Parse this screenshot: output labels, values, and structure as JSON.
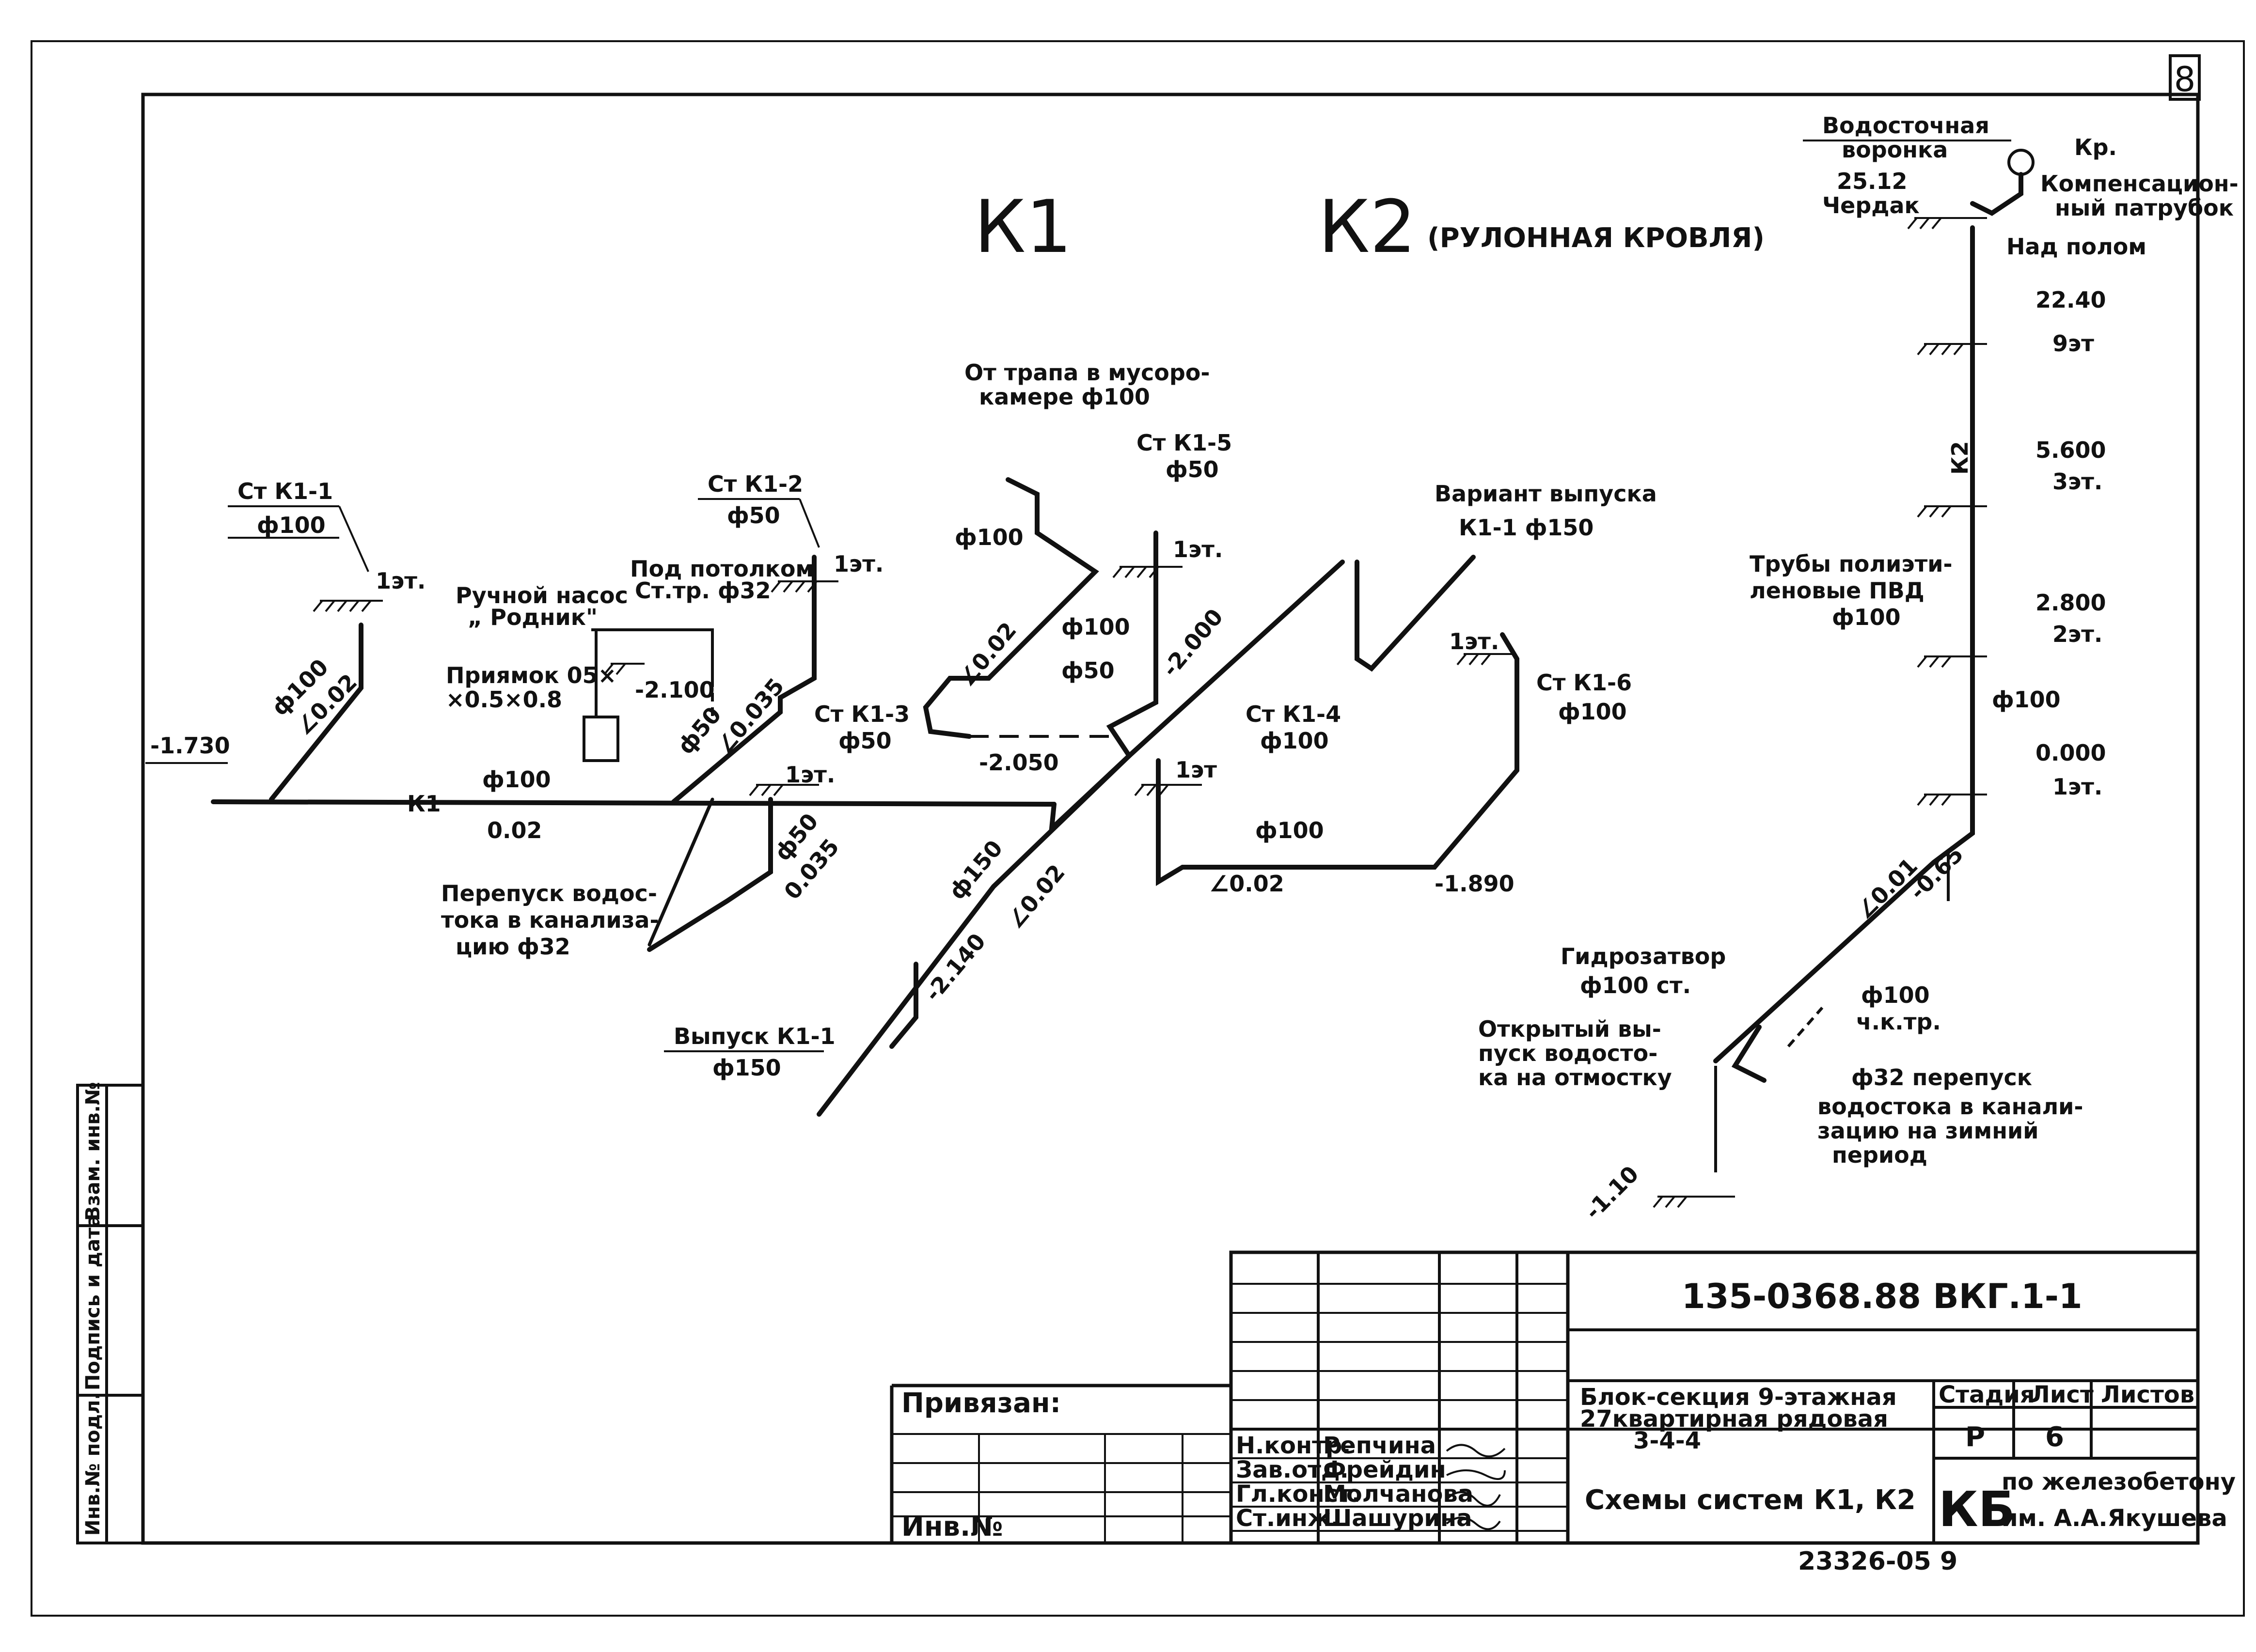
{
  "sheet_number": "8",
  "titles": {
    "k1": "К1",
    "k2": "К2",
    "k2_note": "(РУЛОННАЯ КРОВЛЯ)"
  },
  "labels": {
    "st_k1_1": "Ст К1-1",
    "st_k1_1_d": "ф100",
    "st_k1_1_floor": "1эт.",
    "st_k1_2": "Ст К1-2",
    "st_k1_2_d": "ф50",
    "st_k1_2_floor": "1эт.",
    "st_k1_3": "Ст К1-3",
    "st_k1_3_d": "ф50",
    "st_k1_3_floor": "1эт.",
    "st_k1_4": "Ст К1-4",
    "st_k1_4_d": "ф100",
    "st_k1_4_floor": "1эт",
    "st_k1_5": "Ст К1-5",
    "st_k1_5_d": "ф50",
    "st_k1_5_floor": "1эт.",
    "st_k1_6": "Ст К1-6",
    "st_k1_6_d": "ф100",
    "st_k1_6_floor": "1эт.",
    "pump_1": "Ручной насос",
    "pump_2": "„ Родник\"",
    "ceiling_1": "Под потолком",
    "ceiling_2": "Ст.тр. ф32",
    "pit_1": "Приямок 05×",
    "pit_2": "×0.5×0.8",
    "bypass_1": "Перепуск водос-",
    "bypass_2": "тока в канализа-",
    "bypass_3": "цию ф32",
    "trap_1": "От трапа в мусоро-",
    "trap_2": "камере ф100",
    "variant_1": "Вариант выпуска",
    "variant_2": "К1-1  ф150",
    "outlet_1": "Выпуск К1-1",
    "outlet_2": "ф150",
    "lvl_m1730": "-1.730",
    "lvl_m2100": "-2.100",
    "lvl_m2050": "-2.050",
    "lvl_m2000": "-2.000",
    "lvl_m2140": "-2.140",
    "lvl_m1890": "-1.890",
    "d_100a": "ф100",
    "d_100b": "ф100",
    "d_100c": "ф100",
    "d_100d": "ф100",
    "d_100e": "ф100",
    "d_150": "ф150",
    "d_50a": "ф50",
    "d_50b": "ф50",
    "d_50c": "ф50",
    "slope_002a": "∠0.02",
    "slope_002b": "0.02",
    "slope_002c": "∠0.02",
    "slope_002d": "∠0.02",
    "slope_002e": "∠0.02",
    "slope_0035a": "∠0.035",
    "slope_0035b": "0.035",
    "pipe_k1": "К1",
    "funnel_1": "Водосточная",
    "funnel_2": "воронка",
    "lvl_2512": "25.12",
    "attic": "Чердак",
    "kr": "Кр.",
    "comp_1": "Компенсацион-",
    "comp_2": "ный патрубок",
    "above_floor": "Над полом",
    "lvl_2240": "22.40",
    "fl_9": "9эт",
    "lvl_5600": "5.600",
    "fl_3": "3эт.",
    "pvd_1": "Трубы полиэти-",
    "pvd_2": "леновые ПВД",
    "pvd_3": "ф100",
    "lvl_2800": "2.800",
    "fl_2": "2эт.",
    "k2_d100": "ф100",
    "lvl_0000": "0.000",
    "fl_1": "1эт.",
    "k2_slope": "∠0.01",
    "lvl_m065": "-0.65",
    "pipe_k2": "К2",
    "hydro_1": "Гидрозатвор",
    "hydro_2": "ф100 ст.",
    "open_1": "Открытый вы-",
    "open_2": "пуск водосто-",
    "open_3": "ка на отмостку",
    "cast_1": "ф100",
    "cast_2": "ч.к.тр.",
    "bp32_1": "ф32 перепуск",
    "bp32_2": "водостока в канали-",
    "bp32_3": "зацию на зимний",
    "bp32_4": "период",
    "lvl_m110": "-1.10"
  },
  "title_block": {
    "doc_code": "135-0368.88  ВКГ.1-1",
    "privyazan": "Привязан:",
    "inv": "Инв.№",
    "roles": [
      "Н.контр.",
      "Зав.отд.",
      "Гл.конст.",
      "Ст.инж."
    ],
    "names": [
      "Репчина",
      "Фрейдин",
      "Молчанова",
      "Шашурина"
    ],
    "project_1": "Блок-секция 9-этажная",
    "project_2": "27квартирная рядовая",
    "project_3": "3-4-4",
    "sheet_title": "Схемы систем К1, К2",
    "stage_h": "Стадия",
    "sheet_h": "Лист",
    "sheets_h": "Листов",
    "stage": "Р",
    "sheet": "6",
    "sheets": "",
    "org_logo": "КБ",
    "org_1": "по железобетону",
    "org_2": "им. А.А.Якушева",
    "archive": "23326-05  9"
  },
  "side_stamp": [
    "Инв.№ подл.",
    "Подпись и дата",
    "Взам. инв.№"
  ]
}
